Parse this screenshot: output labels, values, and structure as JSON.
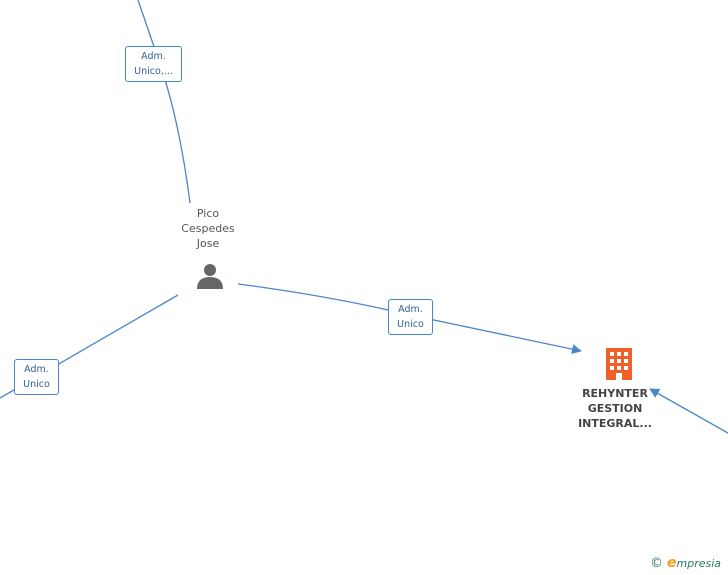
{
  "nodes": {
    "person": {
      "name_lines": [
        "Pico",
        "Cespedes",
        "Jose"
      ]
    },
    "company": {
      "name_lines": [
        "REHYNTER",
        "GESTION",
        "INTEGRAL..."
      ]
    }
  },
  "edges": {
    "top": {
      "label_lines": [
        "Adm.",
        "Unico,..."
      ]
    },
    "left": {
      "label_lines": [
        "Adm.",
        "Unico"
      ]
    },
    "person_company": {
      "label_lines": [
        "Adm.",
        "Unico"
      ]
    }
  },
  "watermark": {
    "symbol": "©",
    "initial": "e",
    "brand": "mpresia"
  },
  "colors": {
    "edge": "#4a86c8",
    "company": "#f0602a",
    "person": "#666666"
  }
}
